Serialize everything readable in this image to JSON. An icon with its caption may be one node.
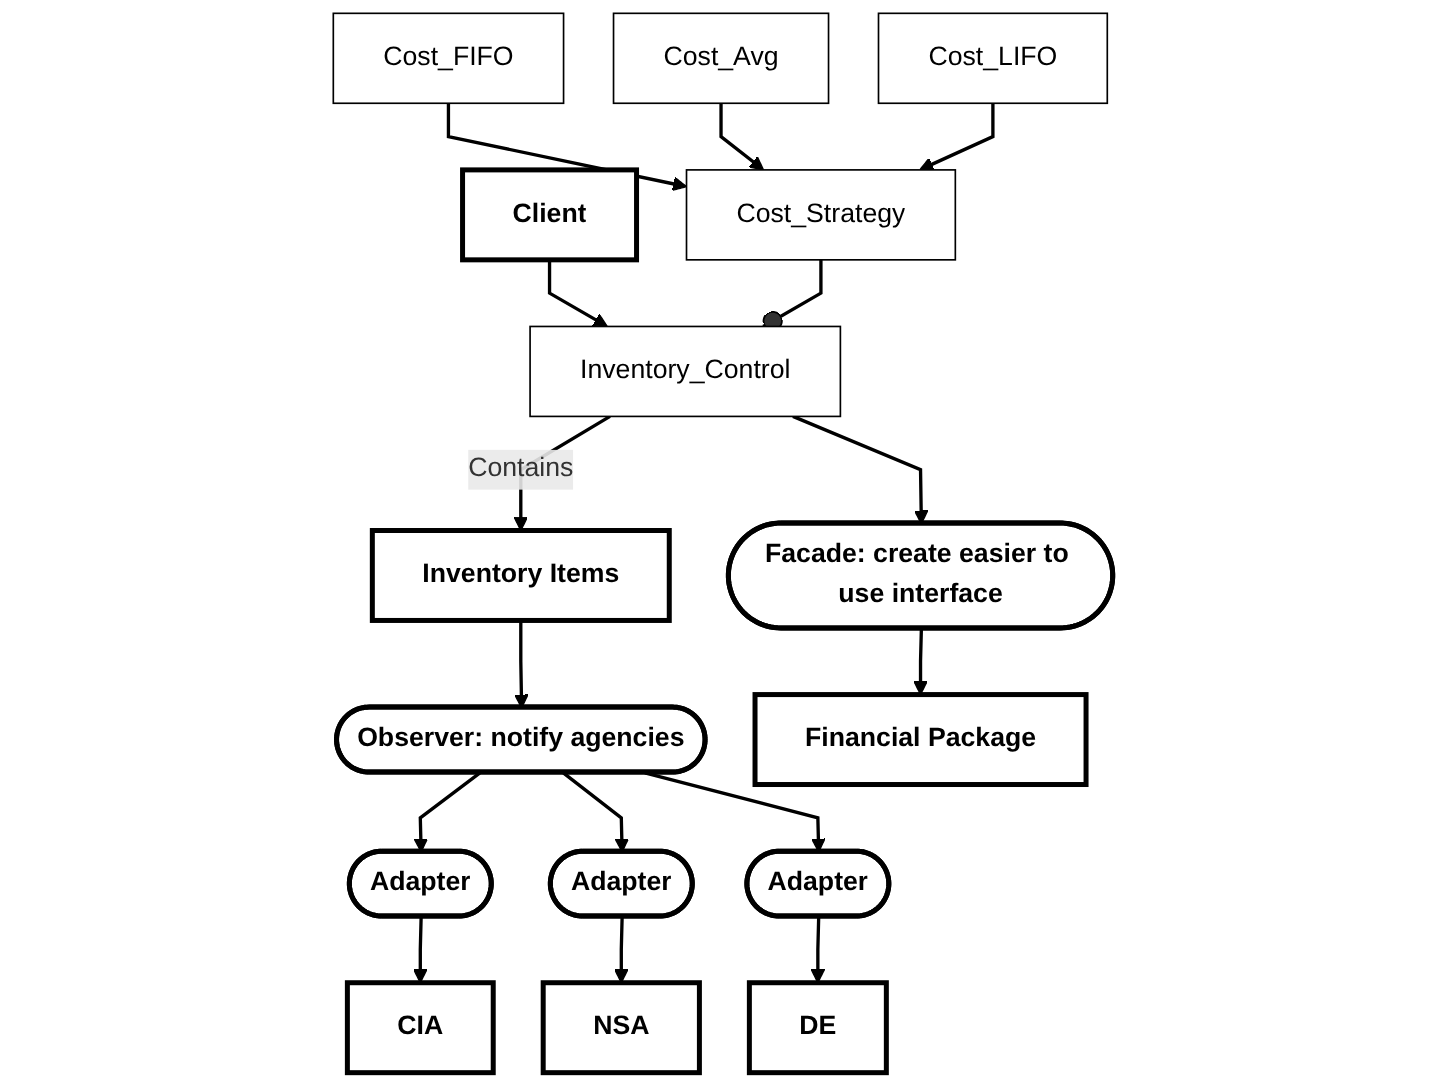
{
  "diagram": {
    "nodes": [
      {
        "text": [
          "Client"
        ]
      },
      {
        "text": [
          "Inventory_Control"
        ]
      },
      {
        "text": [
          "Cost_Strategy"
        ]
      },
      {
        "text": [
          "Cost_FIFO"
        ]
      },
      {
        "text": [
          "Cost_Avg"
        ]
      },
      {
        "text": [
          "Cost_LIFO"
        ]
      },
      {
        "text": [
          "Inventory Items"
        ]
      },
      {
        "text": [
          "Observer: notify agencies"
        ]
      },
      {
        "text": [
          "Facade: create easier to use interface"
        ]
      },
      {
        "text": [
          "Adapter"
        ]
      },
      {
        "text": [
          "Adapter"
        ]
      },
      {
        "text": [
          "Adapter"
        ]
      },
      {
        "text": [
          "Financial Package"
        ]
      },
      {
        "text": [
          "CIA"
        ]
      },
      {
        "text": [
          "NSA"
        ]
      },
      {
        "text": [
          "DE"
        ]
      }
    ],
    "edges": [
      {
        "from": 0,
        "to": 1,
        "arrow": "to"
      },
      {
        "from": 2,
        "to": 1,
        "arrow": "other"
      },
      {
        "from": 3,
        "to": 2,
        "arrow": "to"
      },
      {
        "from": 4,
        "to": 2,
        "arrow": "to"
      },
      {
        "from": 5,
        "to": 2,
        "arrow": "to"
      },
      {
        "from": 1,
        "to": 6,
        "label": "Contains",
        "arrow": "to"
      },
      {
        "from": 1,
        "to": 8,
        "arrow": "to"
      },
      {
        "from": 6,
        "to": 7,
        "arrow": "to"
      },
      {
        "from": 7,
        "to": 9,
        "arrow": "to"
      },
      {
        "from": 7,
        "to": 10,
        "arrow": "to"
      },
      {
        "from": 7,
        "to": 11,
        "arrow": "to"
      },
      {
        "from": 8,
        "to": 12,
        "arrow": "to"
      },
      {
        "from": 9,
        "to": 13,
        "arrow": "to"
      },
      {
        "from": 10,
        "to": 14,
        "arrow": "to"
      },
      {
        "from": 11,
        "to": 15,
        "arrow": "to"
      }
    ]
  }
}
